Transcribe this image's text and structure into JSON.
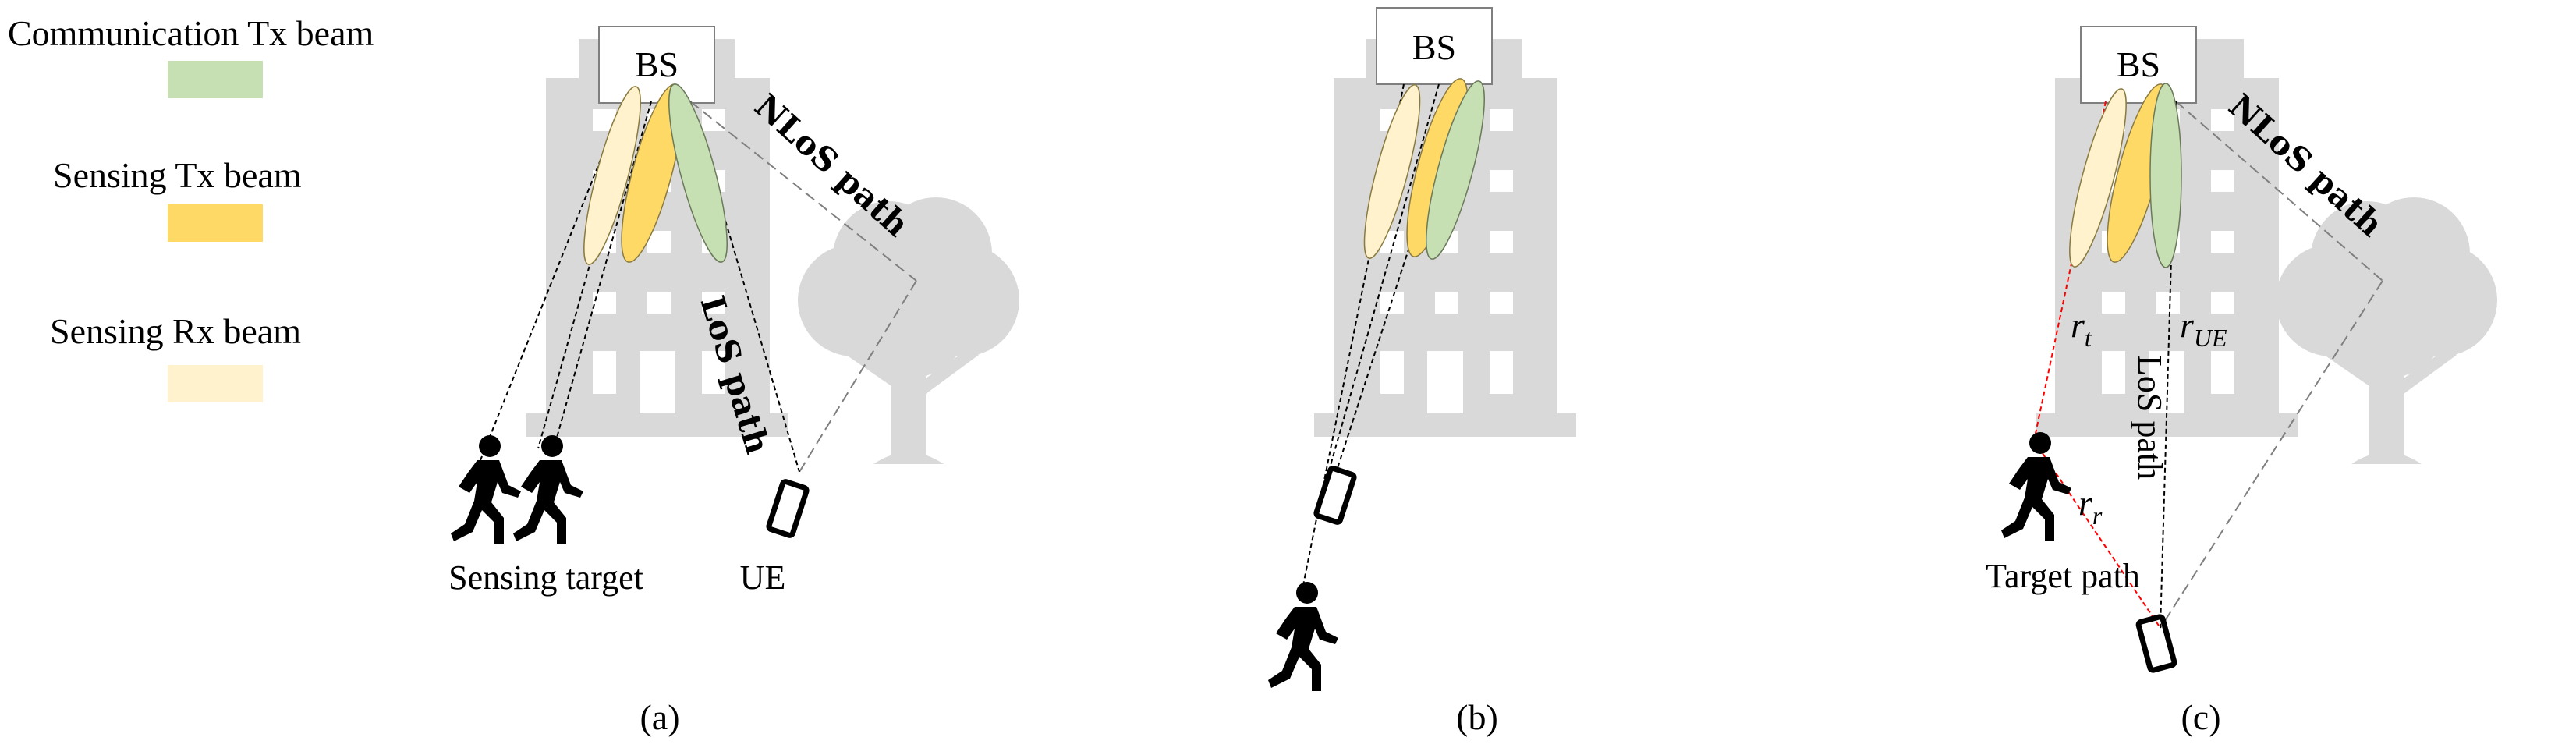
{
  "colors": {
    "comm_tx_beam": "#c6e0b4",
    "sensing_tx_beam": "#ffd966",
    "sensing_rx_beam": "#fff2cc",
    "building": "#d9d9d9",
    "tree": "#d9d9d9",
    "path_line": "#7f7f7f",
    "target_path_line": "#ff0000"
  },
  "legend": {
    "comm_tx": "Communication Tx beam",
    "sensing_tx": "Sensing Tx beam",
    "sensing_rx": "Sensing Rx beam"
  },
  "panels": {
    "a": {
      "bs": "BS",
      "nlos": "NLoS path",
      "los": "LoS path",
      "target_label": "Sensing target",
      "ue_label": "UE",
      "caption": "(a)"
    },
    "b": {
      "bs": "BS",
      "caption": "(b)"
    },
    "c": {
      "bs": "BS",
      "nlos": "NLoS path",
      "los": "LoS path",
      "r_t_main": "r",
      "r_t_sub": "t",
      "r_ue_main": "r",
      "r_ue_sub": "UE",
      "r_r_main": "r",
      "r_r_sub": "r",
      "target_path_label": "Target path",
      "caption": "(c)"
    }
  }
}
